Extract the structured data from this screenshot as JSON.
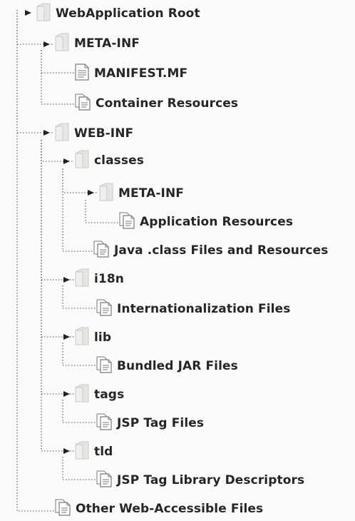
{
  "tree": {
    "root": {
      "label": "WebApplication Root",
      "icon": "folder-icon"
    },
    "meta_inf": {
      "label": "META-INF",
      "icon": "folder-icon"
    },
    "manifest": {
      "label": "MANIFEST.MF",
      "icon": "text-file-icon"
    },
    "container_resources": {
      "label": "Container Resources",
      "icon": "file-stack-icon"
    },
    "web_inf": {
      "label": "WEB-INF",
      "icon": "folder-icon"
    },
    "classes": {
      "label": "classes",
      "icon": "folder-icon"
    },
    "classes_meta_inf": {
      "label": "META-INF",
      "icon": "folder-icon"
    },
    "application_resources": {
      "label": "Application Resources",
      "icon": "file-stack-icon"
    },
    "java_class_files": {
      "label": "Java .class Files and Resources",
      "icon": "file-stack-icon"
    },
    "i18n": {
      "label": "i18n",
      "icon": "folder-icon"
    },
    "internationalization_files": {
      "label": "Internationalization Files",
      "icon": "file-stack-icon"
    },
    "lib": {
      "label": "lib",
      "icon": "folder-icon"
    },
    "bundled_jar_files": {
      "label": "Bundled JAR Files",
      "icon": "file-stack-icon"
    },
    "tags": {
      "label": "tags",
      "icon": "folder-icon"
    },
    "jsp_tag_files": {
      "label": "JSP Tag Files",
      "icon": "file-stack-icon"
    },
    "tld": {
      "label": "tld",
      "icon": "folder-icon"
    },
    "jsp_tag_library_descriptors": {
      "label": "JSP Tag Library Descriptors",
      "icon": "file-stack-icon"
    },
    "other_web_accessible": {
      "label": "Other Web-Accessible Files",
      "icon": "file-stack-icon"
    }
  },
  "colors": {
    "line": "#4a4a4a",
    "folder": "#e6e6e4",
    "folder_edge": "#c9c9c6",
    "file": "#ffffff",
    "file_edge": "#7a7a7a"
  }
}
